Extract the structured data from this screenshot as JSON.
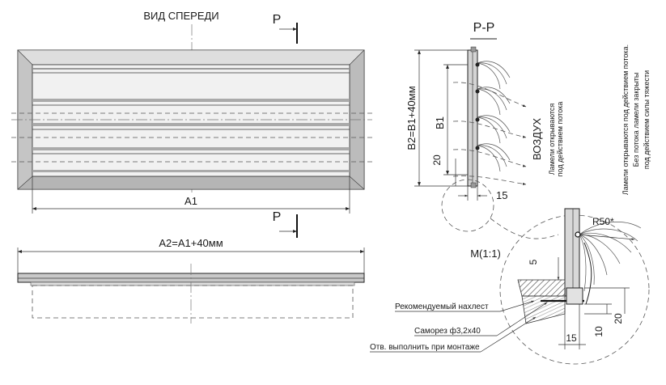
{
  "front_view": {
    "title": "ВИД СПЕРЕДИ",
    "dim_a1": "A1",
    "cut_label_top": "P",
    "cut_label_bottom": "P"
  },
  "bottom_view": {
    "dim_a2": "A2=A1+40мм"
  },
  "section": {
    "title": "P-P",
    "dim_b2": "B2=B1+40мм",
    "dim_b1": "B1",
    "dim_20": "20",
    "dim_15": "15",
    "air_label": "ВОЗДУХ",
    "note_line1": "Ламели открываются",
    "note_line2": "под действием потока"
  },
  "detail": {
    "title": "M(1:1)",
    "radius": "R50*",
    "dim_5": "5",
    "dim_15": "15",
    "dim_10": "10",
    "dim_20": "20",
    "note_line1": "Ламели открываются под действием потока.",
    "note_line2": "Без потока ламели закрыты",
    "note_line3": "под действием силы тяжести",
    "leader_overlap": "Рекомендуемый нахлест",
    "leader_screw": "Саморез ф3,2х40",
    "leader_hole": "Отв. выполнить при монтаже"
  }
}
